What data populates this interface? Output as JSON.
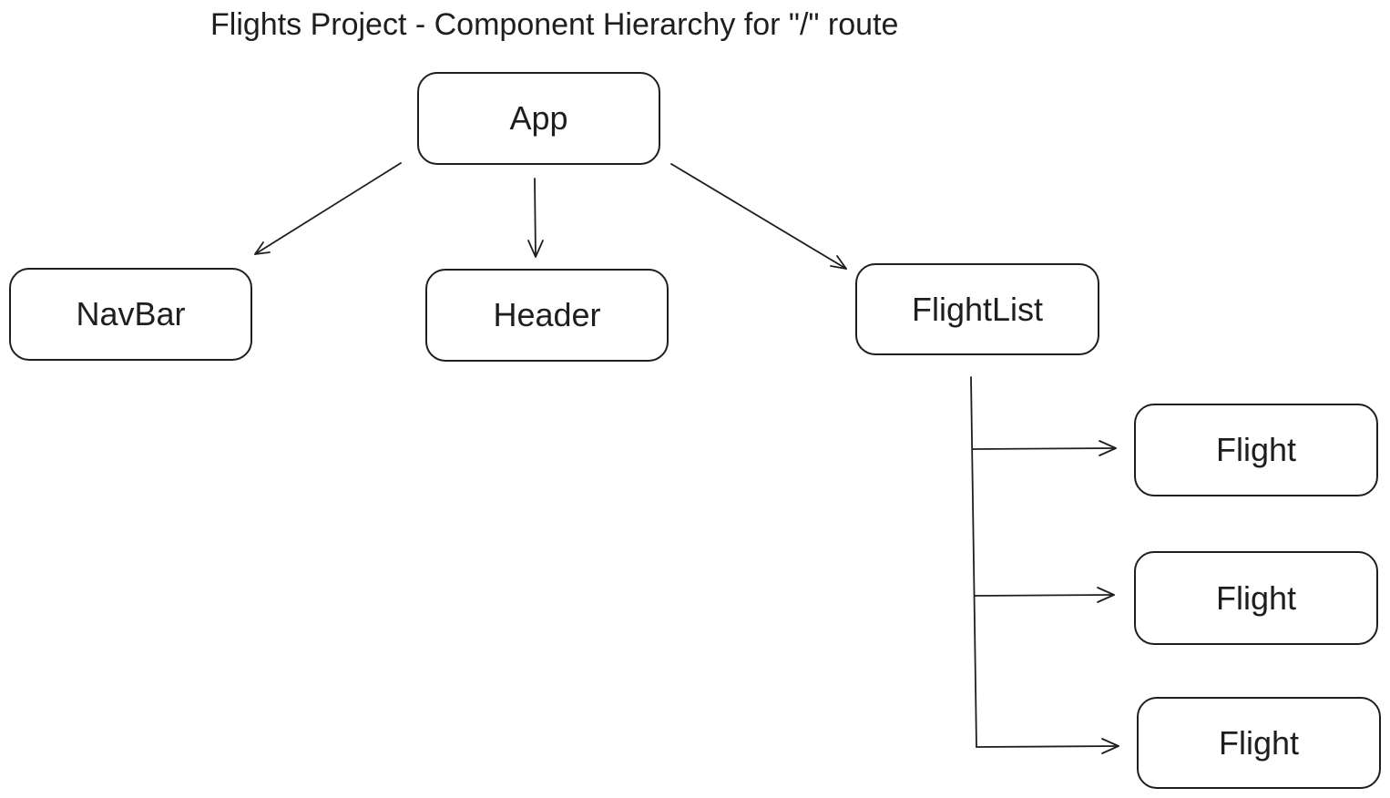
{
  "title": "Flights Project - Component Hierarchy for \"/\" route",
  "nodes": {
    "app": "App",
    "navbar": "NavBar",
    "header": "Header",
    "flightlist": "FlightList",
    "flight_1": "Flight",
    "flight_2": "Flight",
    "flight_3": "Flight"
  },
  "stroke_color": "#1e1e1e"
}
